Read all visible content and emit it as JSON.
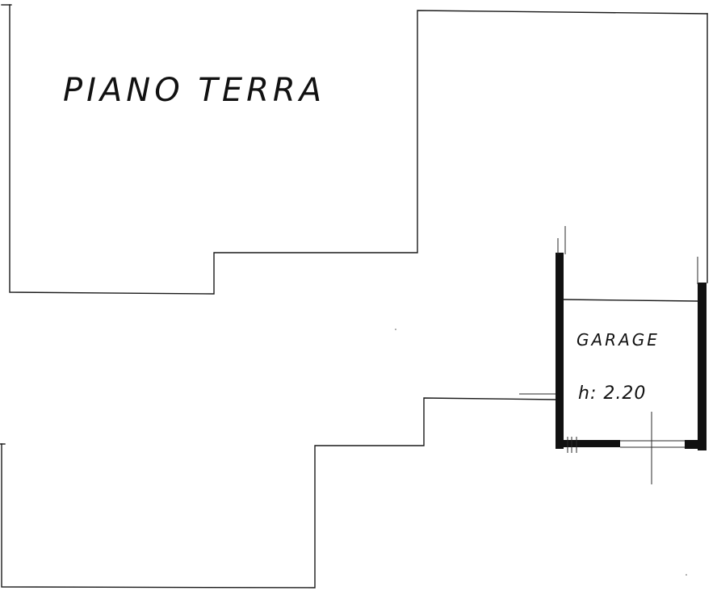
{
  "plan": {
    "title": "PIANO TERRA",
    "room_name": "GARAGE",
    "room_height": "h: 2.20"
  },
  "colors": {
    "ink": "#111111",
    "paper": "#ffffff"
  }
}
